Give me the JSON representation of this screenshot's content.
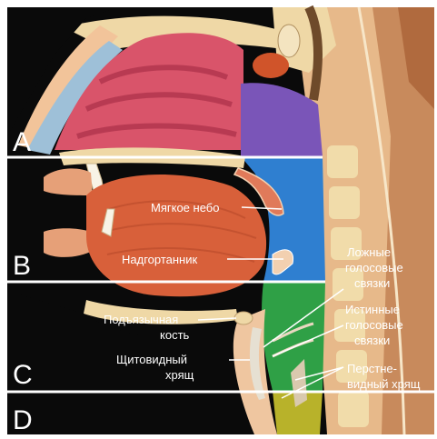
{
  "section_letters": [
    "A",
    "B",
    "C",
    "D"
  ],
  "labels": {
    "soft_palate": "Мягкое небо",
    "epiglottis": "Надгортанник",
    "hyoid": [
      "Подъязычная",
      "кость"
    ],
    "thyroid": [
      "Щитовидный",
      "хрящ"
    ],
    "false_cords": [
      "Ложные",
      "голосовые",
      "связки"
    ],
    "true_cords": [
      "Истинные",
      "голосовые",
      "связки"
    ],
    "cricoid": [
      "Перстне-",
      "видный хрящ"
    ]
  },
  "colors": {
    "background": "#0a0a0a",
    "nasal": "#d9546a",
    "nasopharynx": "#7a55b8",
    "oropharynx": "#2f7fd0",
    "larynx": "#2fa046",
    "trachea": "#b8b22a",
    "tongue": "#d8603a",
    "bone": "#efd8a6",
    "skin": "#f2c49a",
    "divider": "#ffffff"
  }
}
